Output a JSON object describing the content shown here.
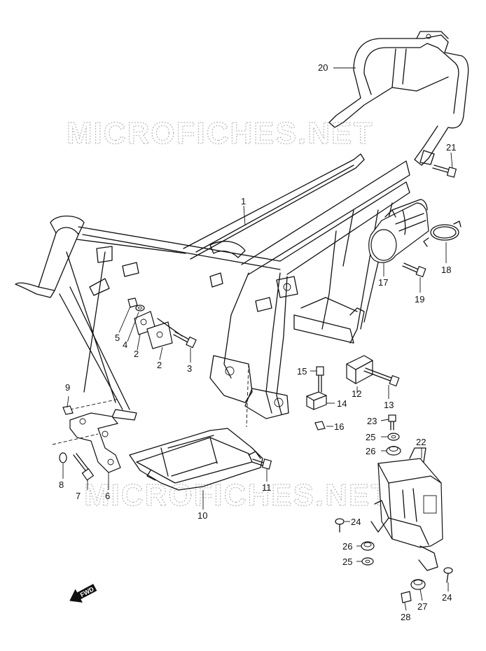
{
  "watermark": "MICROFICHES.NET",
  "fwd_label": "FWD",
  "callouts": [
    {
      "id": "c20",
      "text": "20"
    },
    {
      "id": "c21",
      "text": "21"
    },
    {
      "id": "c1",
      "text": "1"
    },
    {
      "id": "c17",
      "text": "17"
    },
    {
      "id": "c18",
      "text": "18"
    },
    {
      "id": "c19",
      "text": "19"
    },
    {
      "id": "c5",
      "text": "5"
    },
    {
      "id": "c4",
      "text": "4"
    },
    {
      "id": "c2a",
      "text": "2"
    },
    {
      "id": "c2b",
      "text": "2"
    },
    {
      "id": "c3",
      "text": "3"
    },
    {
      "id": "c15",
      "text": "15"
    },
    {
      "id": "c12",
      "text": "12"
    },
    {
      "id": "c13",
      "text": "13"
    },
    {
      "id": "c14",
      "text": "14"
    },
    {
      "id": "c16",
      "text": "16"
    },
    {
      "id": "c9",
      "text": "9"
    },
    {
      "id": "c23",
      "text": "23"
    },
    {
      "id": "c25a",
      "text": "25"
    },
    {
      "id": "c26a",
      "text": "26"
    },
    {
      "id": "c22",
      "text": "22"
    },
    {
      "id": "c8",
      "text": "8"
    },
    {
      "id": "c7",
      "text": "7"
    },
    {
      "id": "c6",
      "text": "6"
    },
    {
      "id": "c11",
      "text": "11"
    },
    {
      "id": "c10",
      "text": "10"
    },
    {
      "id": "c24a",
      "text": "24"
    },
    {
      "id": "c26b",
      "text": "26"
    },
    {
      "id": "c25b",
      "text": "25"
    },
    {
      "id": "c27",
      "text": "27"
    },
    {
      "id": "c24b",
      "text": "24"
    },
    {
      "id": "c28",
      "text": "28"
    }
  ]
}
